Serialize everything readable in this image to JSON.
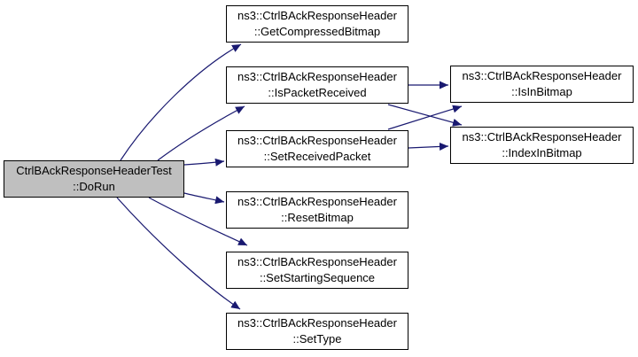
{
  "graph": {
    "kind": "doxygen-call-graph",
    "colors": {
      "edge": "#191970",
      "node_fill": "#ffffff",
      "node_border": "#000000",
      "highlight_fill": "#bfbfbf"
    },
    "nodes": [
      {
        "line1": "CtrlBAckResponseHeaderTest",
        "line2": "::DoRun",
        "highlighted": true
      },
      {
        "line1": "ns3::CtrlBAckResponseHeader",
        "line2": "::GetCompressedBitmap"
      },
      {
        "line1": "ns3::CtrlBAckResponseHeader",
        "line2": "::IsPacketReceived"
      },
      {
        "line1": "ns3::CtrlBAckResponseHeader",
        "line2": "::SetReceivedPacket"
      },
      {
        "line1": "ns3::CtrlBAckResponseHeader",
        "line2": "::ResetBitmap"
      },
      {
        "line1": "ns3::CtrlBAckResponseHeader",
        "line2": "::SetStartingSequence"
      },
      {
        "line1": "ns3::CtrlBAckResponseHeader",
        "line2": "::SetType"
      },
      {
        "line1": "ns3::CtrlBAckResponseHeader",
        "line2": "::IsInBitmap"
      },
      {
        "line1": "ns3::CtrlBAckResponseHeader",
        "line2": "::IndexInBitmap"
      }
    ],
    "edges": [
      {
        "from": "CtrlBAckResponseHeaderTest::DoRun",
        "to": "ns3::CtrlBAckResponseHeader::GetCompressedBitmap"
      },
      {
        "from": "CtrlBAckResponseHeaderTest::DoRun",
        "to": "ns3::CtrlBAckResponseHeader::IsPacketReceived"
      },
      {
        "from": "CtrlBAckResponseHeaderTest::DoRun",
        "to": "ns3::CtrlBAckResponseHeader::SetReceivedPacket"
      },
      {
        "from": "CtrlBAckResponseHeaderTest::DoRun",
        "to": "ns3::CtrlBAckResponseHeader::ResetBitmap"
      },
      {
        "from": "CtrlBAckResponseHeaderTest::DoRun",
        "to": "ns3::CtrlBAckResponseHeader::SetStartingSequence"
      },
      {
        "from": "CtrlBAckResponseHeaderTest::DoRun",
        "to": "ns3::CtrlBAckResponseHeader::SetType"
      },
      {
        "from": "ns3::CtrlBAckResponseHeader::IsPacketReceived",
        "to": "ns3::CtrlBAckResponseHeader::IsInBitmap"
      },
      {
        "from": "ns3::CtrlBAckResponseHeader::IsPacketReceived",
        "to": "ns3::CtrlBAckResponseHeader::IndexInBitmap"
      },
      {
        "from": "ns3::CtrlBAckResponseHeader::SetReceivedPacket",
        "to": "ns3::CtrlBAckResponseHeader::IsInBitmap"
      },
      {
        "from": "ns3::CtrlBAckResponseHeader::SetReceivedPacket",
        "to": "ns3::CtrlBAckResponseHeader::IndexInBitmap"
      }
    ]
  }
}
